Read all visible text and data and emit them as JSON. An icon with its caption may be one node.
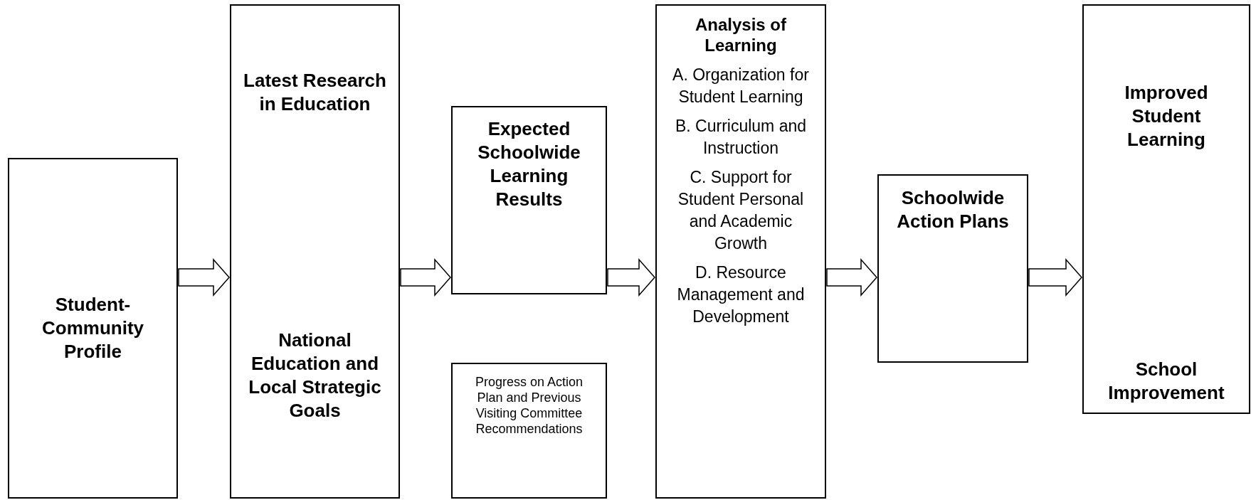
{
  "diagram": {
    "nodes": [
      {
        "text": [
          "Student-Community Profile"
        ]
      },
      {
        "text": [
          "Latest Research in Education",
          "National Education and Local Strategic Goals"
        ]
      },
      {
        "text": [
          "Expected Schoolwide Learning Results"
        ]
      },
      {
        "text": [
          "Progress on Action Plan and Previous Visiting Committee Recommendations"
        ]
      },
      {
        "text": [
          "Analysis of Learning",
          "A. Organization for Student Learning",
          "B. Curriculum and Instruction",
          "C. Support for Student Personal and Academic Growth",
          "D. Resource Management and Development"
        ]
      },
      {
        "text": [
          "Schoolwide Action Plans"
        ]
      },
      {
        "text": [
          "Improved Student Learning",
          "School Improvement"
        ]
      }
    ],
    "edges": [
      {
        "from": 0,
        "to": 1,
        "arrow": "to"
      },
      {
        "from": 1,
        "to": 2,
        "arrow": "to"
      },
      {
        "from": 2,
        "to": 4,
        "arrow": "to"
      },
      {
        "from": 4,
        "to": 5,
        "arrow": "to"
      },
      {
        "from": 5,
        "to": 6,
        "arrow": "to"
      }
    ]
  }
}
